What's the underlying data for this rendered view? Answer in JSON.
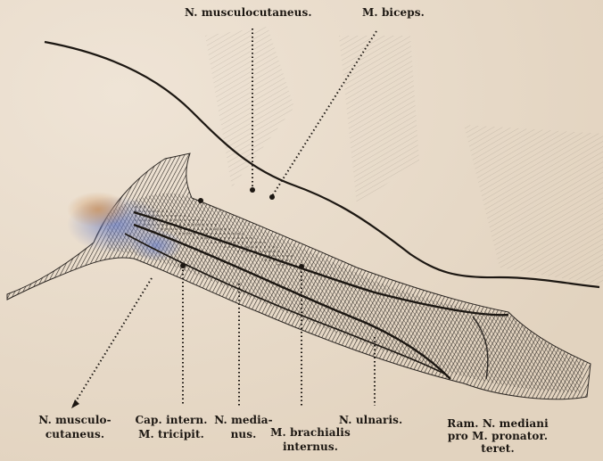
{
  "labels": {
    "n_musculocutaneus_top": "N. musculocutaneus.",
    "m_biceps": "M. biceps.",
    "n_musculo_bottom": [
      "N. musculo-",
      "cutaneus."
    ],
    "cap_intern": [
      "Cap. intern.",
      "M. tricipit."
    ],
    "n_medianus": [
      "N. media-",
      "nus."
    ],
    "m_brachialis": [
      "M. brachialis",
      "internus."
    ],
    "n_ulnaris": "N. ulnaris.",
    "ram_n_mediani": [
      "Ram. N. mediani",
      "pro M. pronator.",
      "teret."
    ]
  },
  "colors": {
    "paper": "#e9dccb",
    "ink": "#1c1712",
    "hatch": "#2b2622",
    "stain_blue": "#7a88c2",
    "stain_orange": "#c98a4e"
  }
}
